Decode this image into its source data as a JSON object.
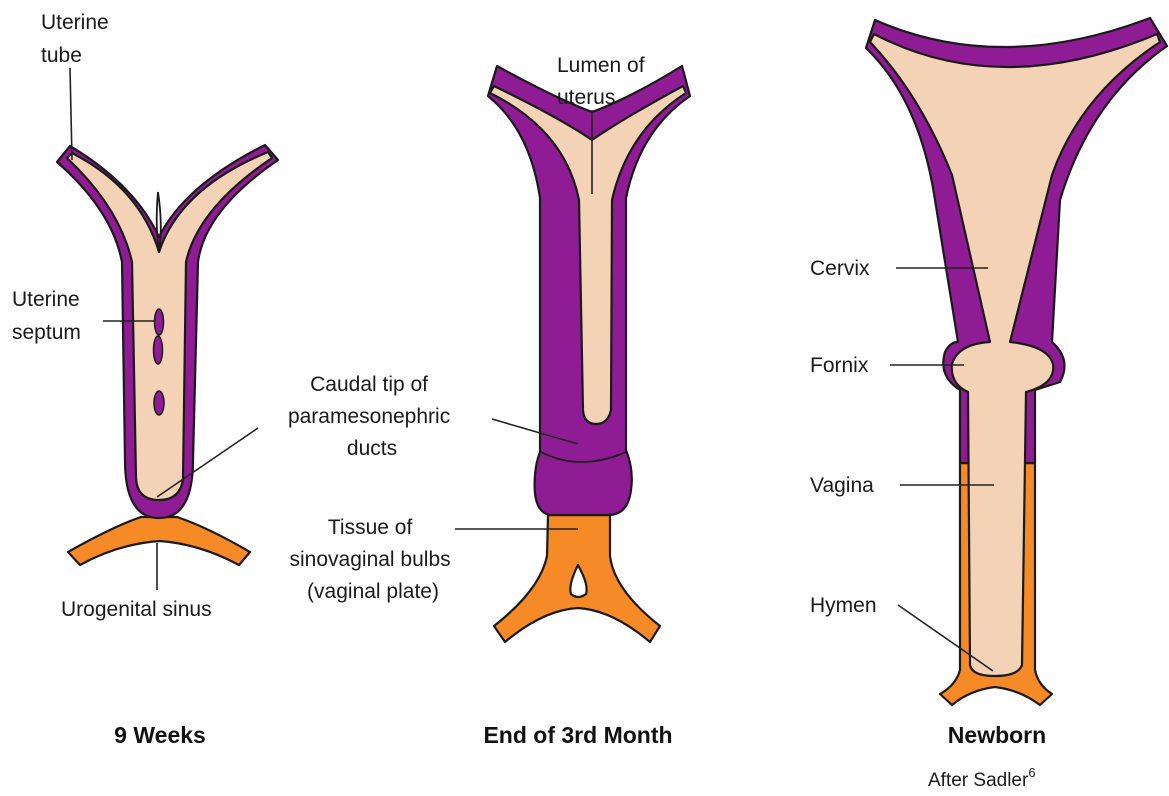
{
  "colors": {
    "muscle": "#8f1c95",
    "lumen": "#f3d2b6",
    "sinus": "#f58a26",
    "outline": "#1a1a1a"
  },
  "panels": [
    {
      "caption": "9 Weeks",
      "labels": {
        "uterine_tube": [
          "Uterine",
          "tube"
        ],
        "uterine_septum": [
          "Uterine",
          "septum"
        ],
        "urogenital_sinus": "Urogenital sinus"
      }
    },
    {
      "caption": "End of 3rd Month",
      "labels": {
        "lumen_of_uterus": [
          "Lumen of",
          "uterus"
        ],
        "caudal_tip": [
          "Caudal tip of",
          "paramesonephric",
          "ducts"
        ],
        "sinovaginal_bulbs": [
          "Tissue of",
          "sinovaginal bulbs",
          "(vaginal plate)"
        ]
      }
    },
    {
      "caption": "Newborn",
      "labels": {
        "cervix": "Cervix",
        "fornix": "Fornix",
        "vagina": "Vagina",
        "hymen": "Hymen"
      }
    }
  ],
  "credit": {
    "text": "After Sadler",
    "superscript": "6"
  }
}
